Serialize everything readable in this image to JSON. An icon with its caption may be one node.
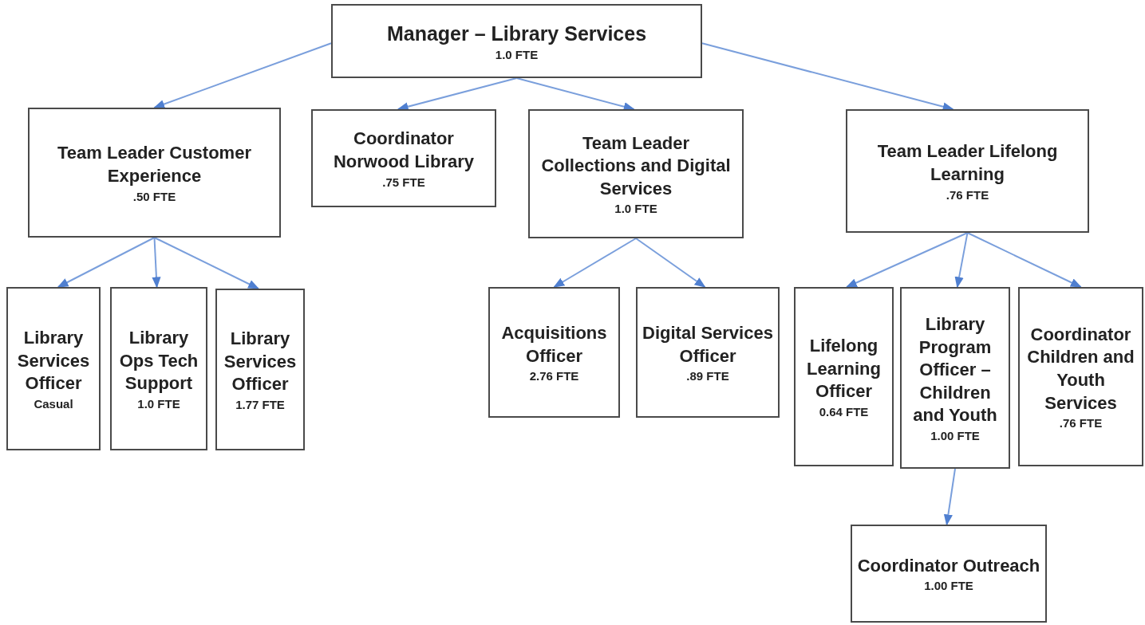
{
  "diagram": {
    "nodes": [
      {
        "text": [
          "Manager – Library Services",
          "1.0 FTE"
        ]
      },
      {
        "text": [
          "Team Leader Customer Experience",
          ".50 FTE"
        ]
      },
      {
        "text": [
          "Coordinator Norwood Library",
          ".75 FTE"
        ]
      },
      {
        "text": [
          "Team Leader Collections and Digital Services",
          "1.0 FTE"
        ]
      },
      {
        "text": [
          "Team Leader Lifelong Learning",
          ".76 FTE"
        ]
      },
      {
        "text": [
          "Library Services Officer",
          "Casual"
        ]
      },
      {
        "text": [
          "Library Ops Tech Support",
          "1.0 FTE"
        ]
      },
      {
        "text": [
          "Library Services Officer",
          "1.77 FTE"
        ]
      },
      {
        "text": [
          "Acquisitions Officer",
          "2.76 FTE"
        ]
      },
      {
        "text": [
          "Digital Services Officer",
          ".89 FTE"
        ]
      },
      {
        "text": [
          "Lifelong Learning Officer",
          "0.64 FTE"
        ]
      },
      {
        "text": [
          "Library Program Officer – Children and Youth",
          "1.00 FTE"
        ]
      },
      {
        "text": [
          "Coordinator Children and Youth Services",
          ".76 FTE"
        ]
      },
      {
        "text": [
          "Coordinator Outreach",
          "1.00 FTE"
        ]
      }
    ],
    "edges": [
      {
        "from": 0,
        "to": 1,
        "arrow": "to"
      },
      {
        "from": 0,
        "to": 2,
        "arrow": "to"
      },
      {
        "from": 0,
        "to": 3,
        "arrow": "to"
      },
      {
        "from": 0,
        "to": 4,
        "arrow": "to"
      },
      {
        "from": 1,
        "to": 5,
        "arrow": "to"
      },
      {
        "from": 1,
        "to": 6,
        "arrow": "to"
      },
      {
        "from": 1,
        "to": 7,
        "arrow": "to"
      },
      {
        "from": 3,
        "to": 8,
        "arrow": "to"
      },
      {
        "from": 3,
        "to": 9,
        "arrow": "to"
      },
      {
        "from": 4,
        "to": 10,
        "arrow": "to"
      },
      {
        "from": 4,
        "to": 11,
        "arrow": "to"
      },
      {
        "from": 4,
        "to": 12,
        "arrow": "to"
      },
      {
        "from": 11,
        "to": 13,
        "arrow": "to"
      }
    ]
  }
}
